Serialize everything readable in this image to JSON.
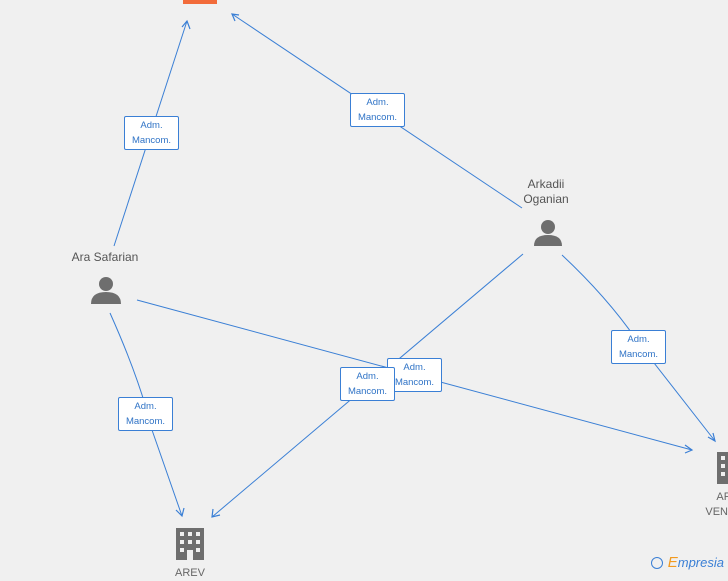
{
  "nodes": {
    "ara_safarian": {
      "name": "Ara Safarian"
    },
    "arkadii_oganian": {
      "name_line1": "Arkadii",
      "name_line2": "Oganian"
    },
    "arev": {
      "name": "AREV"
    },
    "ar_ventures": {
      "name_line1": "AR",
      "name_line2": "VENTU"
    }
  },
  "edges": [
    {
      "from": "Ara Safarian",
      "to": "top-company",
      "label_line1": "Adm.",
      "label_line2": "Mancom."
    },
    {
      "from": "Arkadii Oganian",
      "to": "top-company",
      "label_line1": "Adm.",
      "label_line2": "Mancom."
    },
    {
      "from": "Ara Safarian",
      "to": "AREV",
      "label_line1": "Adm.",
      "label_line2": "Mancom."
    },
    {
      "from": "Arkadii Oganian",
      "to": "AREV",
      "label_line1": "Adm.",
      "label_line2": "Mancom."
    },
    {
      "from": "Ara Safarian",
      "to": "AR VENTU",
      "label_line1": "Adm.",
      "label_line2": "Mancom."
    },
    {
      "from": "Arkadii Oganian",
      "to": "AR VENTU",
      "label_line1": "Adm.",
      "label_line2": "Mancom."
    }
  ],
  "footer": {
    "copyright_symbol": "©",
    "brand_first": "E",
    "brand_rest": "mpresia"
  },
  "colors": {
    "edge": "#3a7fd5",
    "person_icon": "#6e6e6e",
    "company_icon": "#6e6e6e",
    "highlight_company": "#f26b3a"
  }
}
